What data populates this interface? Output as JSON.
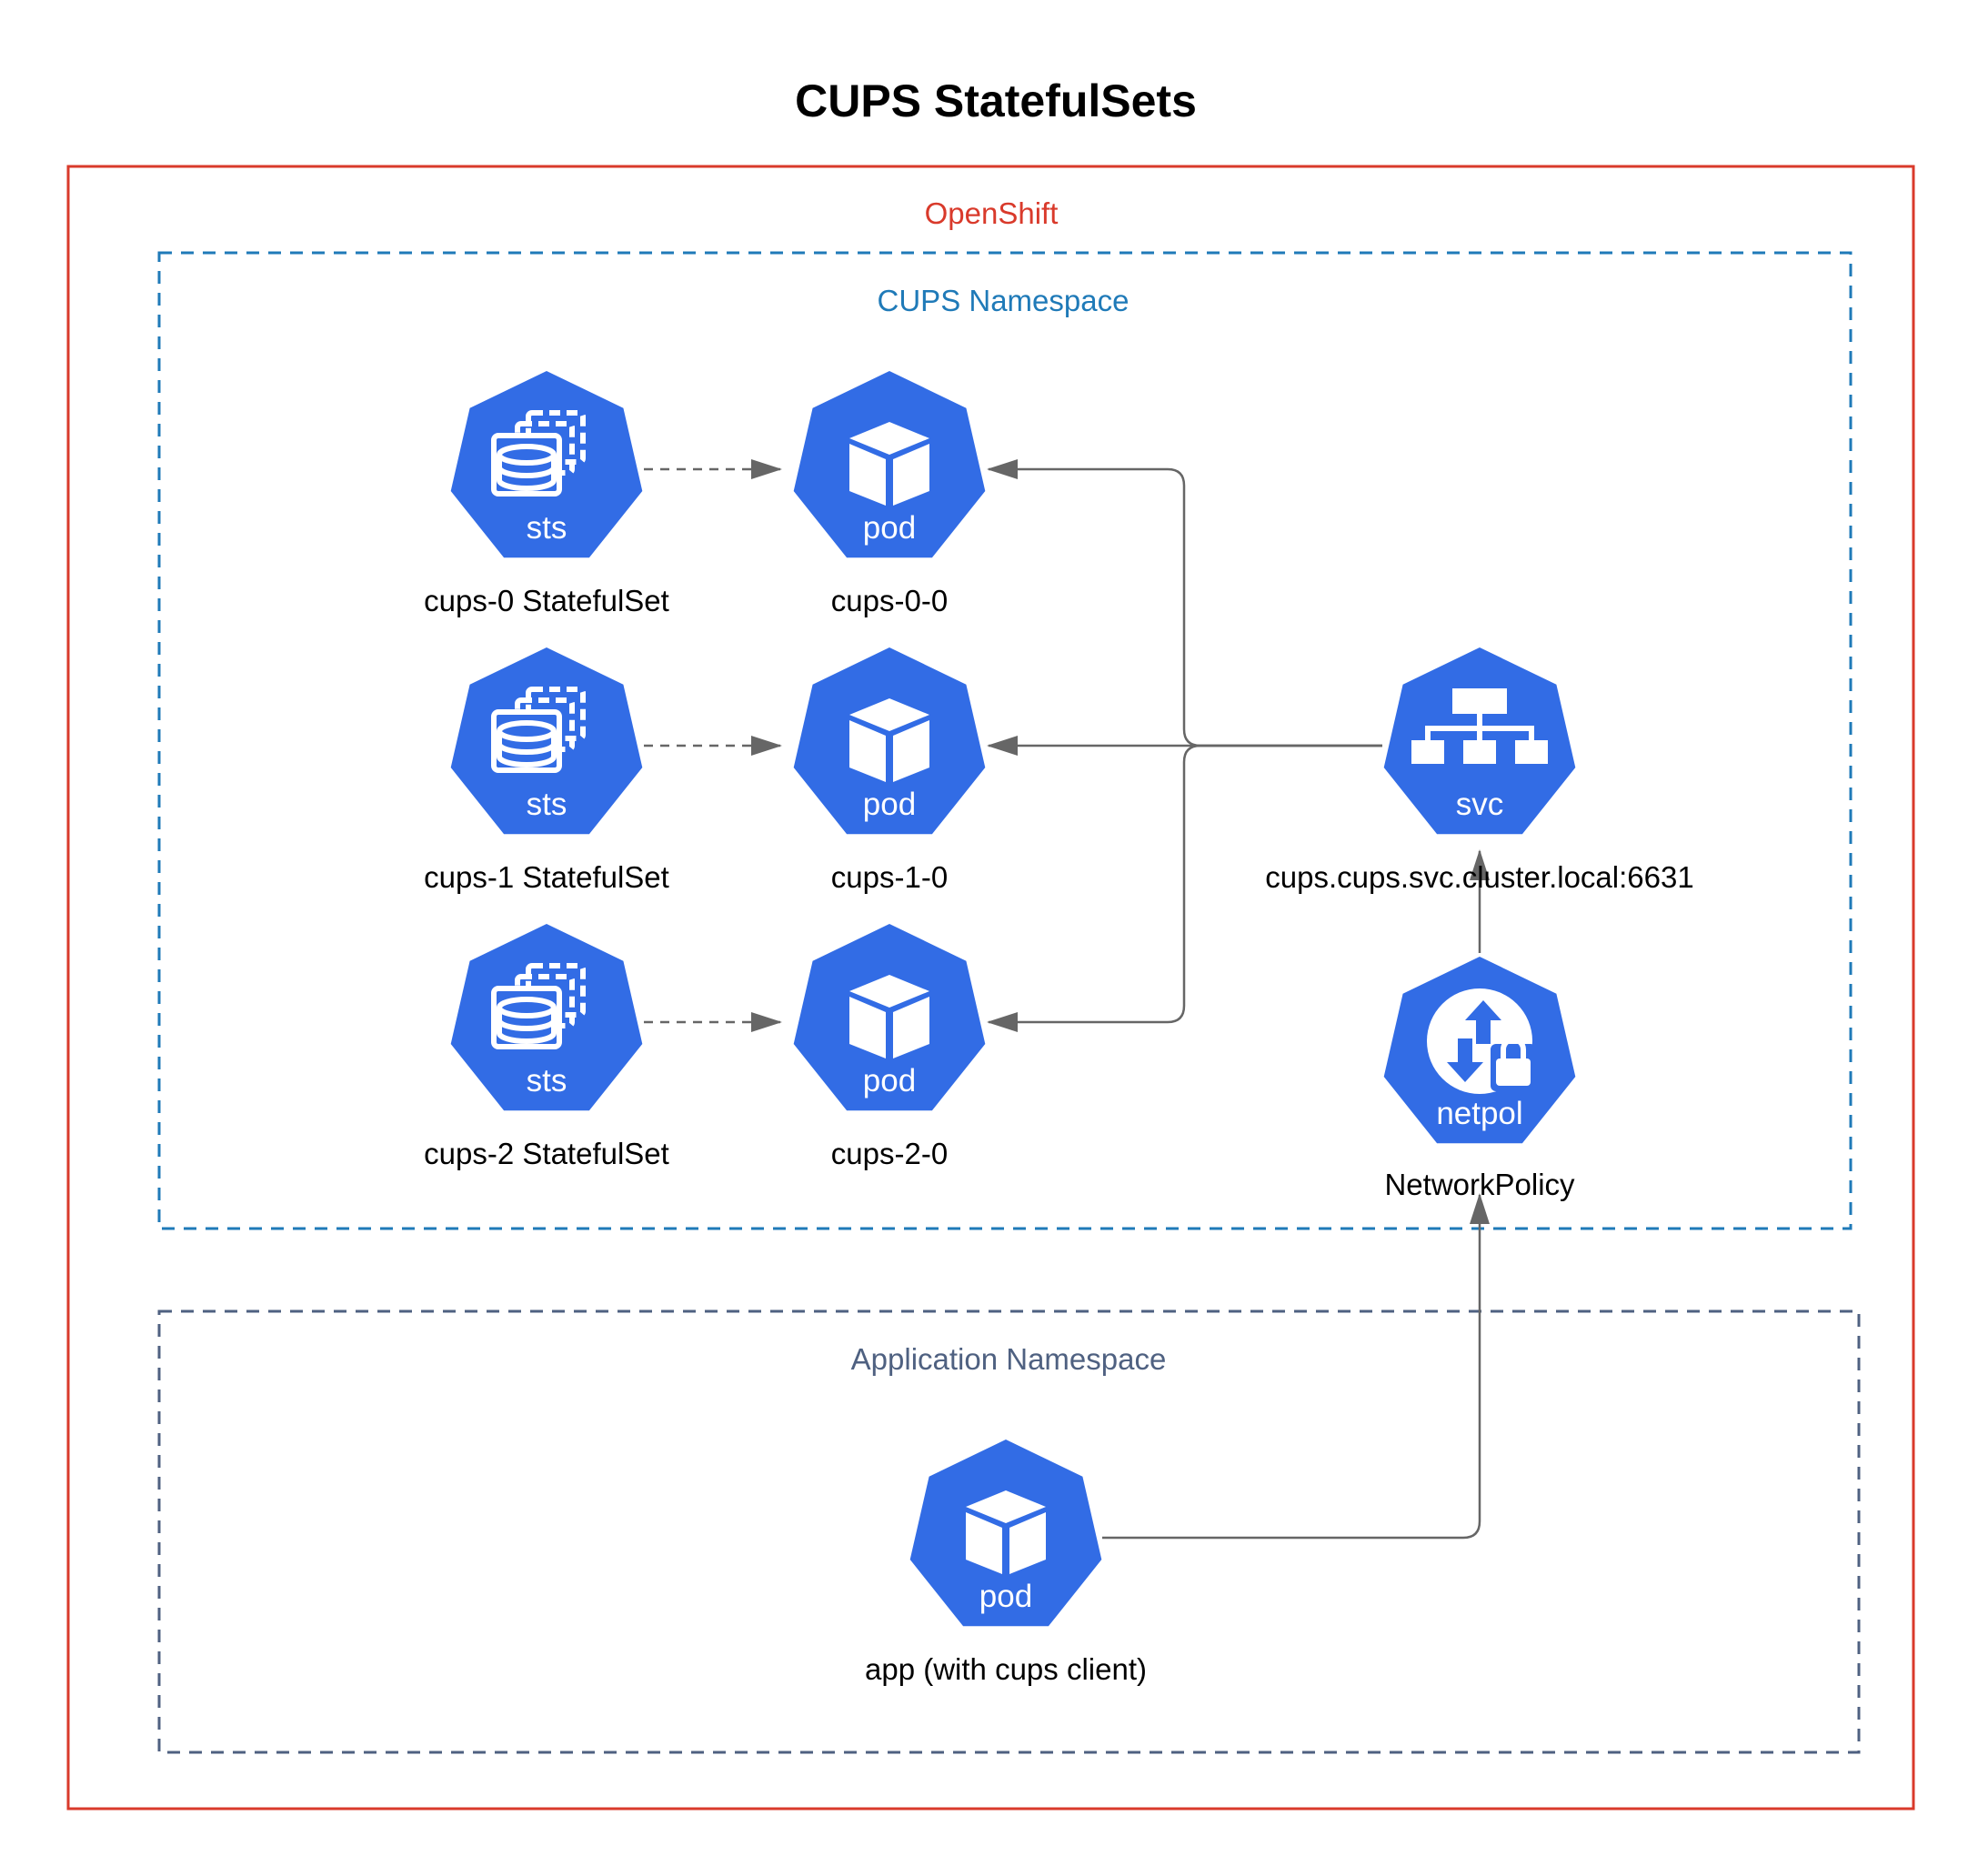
{
  "title": "CUPS StatefulSets",
  "colors": {
    "openshift": "#d93a2b",
    "cups_namespace": "#1f7ab8",
    "app_namespace": "#4f6181",
    "k8s_blue": "#326ce5",
    "connector": "#666666"
  },
  "zones": {
    "openshift": "OpenShift",
    "cups_namespace": "CUPS Namespace",
    "app_namespace": "Application Namespace"
  },
  "nodes": {
    "sts0": {
      "badge": "sts",
      "label": "cups-0 StatefulSet",
      "icon": "statefulset-icon"
    },
    "sts1": {
      "badge": "sts",
      "label": "cups-1 StatefulSet",
      "icon": "statefulset-icon"
    },
    "sts2": {
      "badge": "sts",
      "label": "cups-2 StatefulSet",
      "icon": "statefulset-icon"
    },
    "pod0": {
      "badge": "pod",
      "label": "cups-0-0",
      "icon": "cube-icon"
    },
    "pod1": {
      "badge": "pod",
      "label": "cups-1-0",
      "icon": "cube-icon"
    },
    "pod2": {
      "badge": "pod",
      "label": "cups-2-0",
      "icon": "cube-icon"
    },
    "svc": {
      "badge": "svc",
      "label": "cups.cups.svc.cluster.local:6631",
      "icon": "service-icon"
    },
    "netpol": {
      "badge": "netpol",
      "label": "NetworkPolicy",
      "icon": "network-policy-icon"
    },
    "app": {
      "badge": "pod",
      "label": "app (with cups client)",
      "icon": "cube-icon"
    }
  },
  "edges": [
    {
      "from": "sts0",
      "to": "pod0",
      "style": "dashed"
    },
    {
      "from": "sts1",
      "to": "pod1",
      "style": "dashed"
    },
    {
      "from": "sts2",
      "to": "pod2",
      "style": "dashed"
    },
    {
      "from": "svc",
      "to": "pod0",
      "style": "solid"
    },
    {
      "from": "svc",
      "to": "pod1",
      "style": "solid"
    },
    {
      "from": "svc",
      "to": "pod2",
      "style": "solid"
    },
    {
      "from": "netpol",
      "to": "svc",
      "style": "solid"
    },
    {
      "from": "app",
      "to": "netpol",
      "style": "solid"
    }
  ]
}
